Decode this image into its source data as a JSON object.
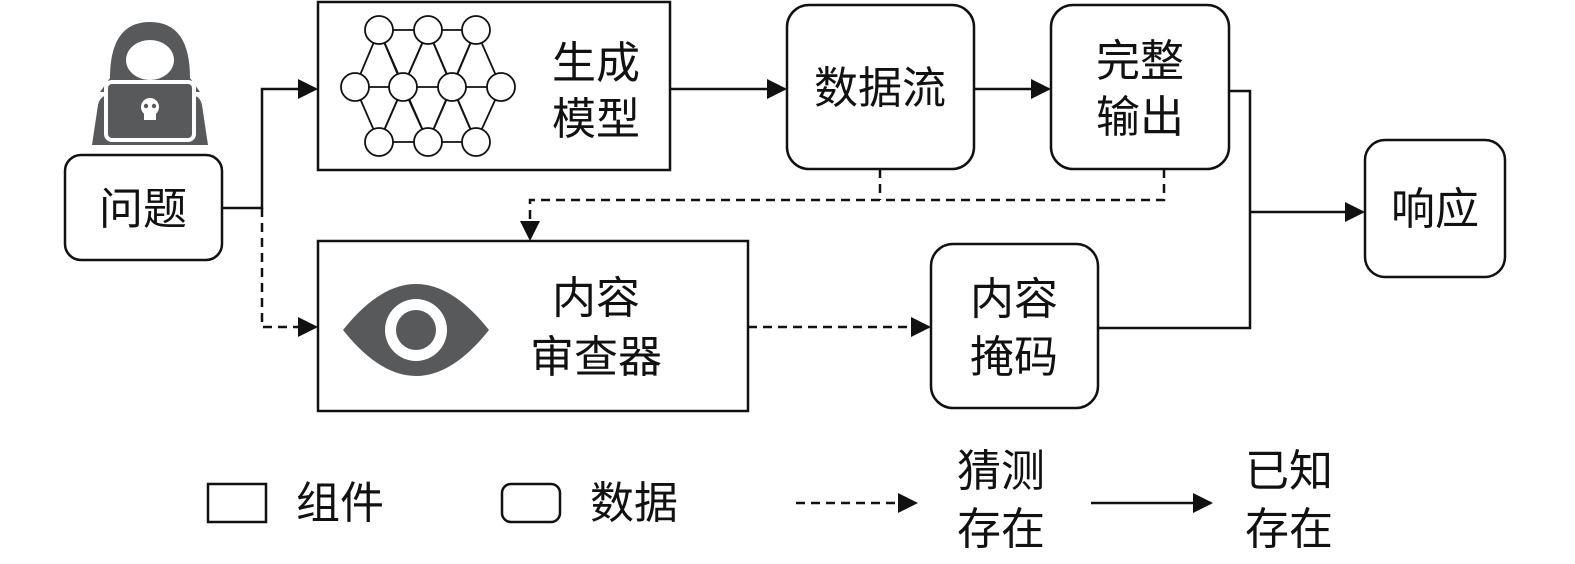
{
  "nodes": {
    "question": "问题",
    "gen_model_l1": "生成",
    "gen_model_l2": "模型",
    "data_stream": "数据流",
    "complete_output_l1": "完整",
    "complete_output_l2": "输出",
    "response": "响应",
    "reviewer_l1": "内容",
    "reviewer_l2": "审查器",
    "content_mask_l1": "内容",
    "content_mask_l2": "掩码"
  },
  "icons": {
    "attacker": "hooded-hacker-laptop-icon",
    "model": "neural-network-icon",
    "reviewer": "eye-icon"
  },
  "legend": {
    "component": "组件",
    "data": "数据",
    "guessed_l1": "猜测",
    "guessed_l2": "存在",
    "known_l1": "已知",
    "known_l2": "存在"
  },
  "colors": {
    "icon_fill": "#58595b",
    "stroke": "#111111"
  }
}
